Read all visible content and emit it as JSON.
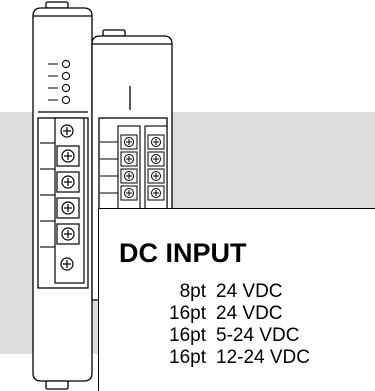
{
  "label": {
    "title": "DC INPUT",
    "specs": [
      {
        "points": "8pt",
        "voltage": "24 VDC"
      },
      {
        "points": "16pt",
        "voltage": "24 VDC"
      },
      {
        "points": "16pt",
        "voltage": "5-24 VDC"
      },
      {
        "points": "16pt",
        "voltage": "12-24 VDC"
      }
    ]
  },
  "colors": {
    "background_band": "#dcdcdc",
    "module_body": "#ffffff",
    "outline": "#000000"
  }
}
